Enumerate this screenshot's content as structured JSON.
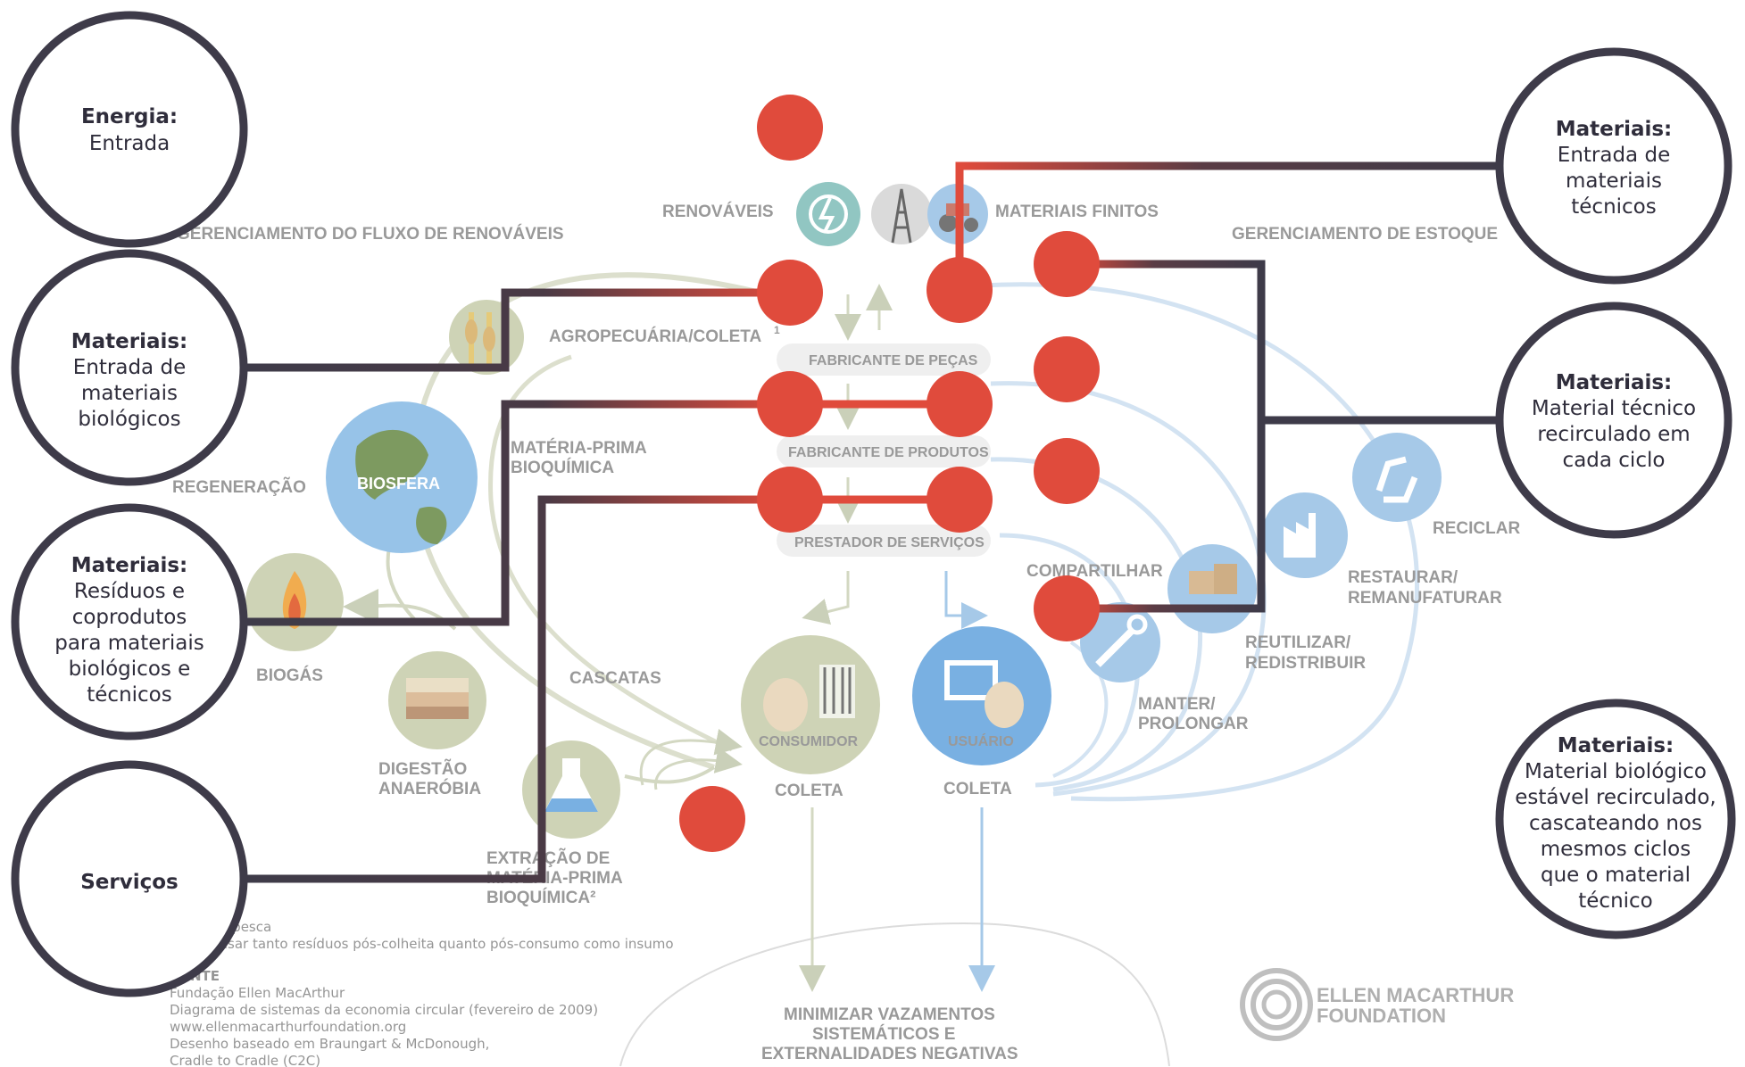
{
  "colors": {
    "accent_red": "#e04b3c",
    "connector_dark": "#3e3b49",
    "bio_green": "#b9c2a0",
    "tech_blue": "#7fb2de",
    "label_gray": "#8e8e8e"
  },
  "bubbles": {
    "energia": {
      "title": "Energia:",
      "lines": [
        "Entrada"
      ]
    },
    "mat_bio_in": {
      "title": "Materiais:",
      "lines": [
        "Entrada de",
        "materiais",
        "biológicos"
      ]
    },
    "residuos": {
      "title": "Materiais:",
      "lines": [
        "Resíduos e",
        "coprodutos",
        "para materiais",
        "biológicos e",
        "técnicos"
      ]
    },
    "servicos": {
      "title": "Serviços",
      "lines": []
    },
    "mat_tec_in": {
      "title": "Materiais:",
      "lines": [
        "Entrada de",
        "materiais",
        "técnicos"
      ]
    },
    "mat_tec_rec": {
      "title": "Materiais:",
      "lines": [
        "Material técnico",
        "recirculado em",
        "cada ciclo"
      ]
    },
    "mat_bio_rec": {
      "title": "Materiais:",
      "lines": [
        "Material biológico",
        "estável recirculado,",
        "cascateando nos",
        "mesmos ciclos",
        "que o material",
        "técnico"
      ]
    }
  },
  "diagram_labels": {
    "renovaveis": "RENOVÁVEIS",
    "materiais_finitos": "MATERIAIS FINITOS",
    "ger_renovaveis": "GERENCIAMENTO DO FLUXO DE RENOVÁVEIS",
    "ger_estoque": "GERENCIAMENTO DE ESTOQUE",
    "agropecuaria": "AGROPECUÁRIA/COLETA",
    "agropecuaria_sup": "1",
    "fabricante_pecas": "FABRICANTE DE PEÇAS",
    "fabricante_produtos": "FABRICANTE DE PRODUTOS",
    "prestador": "PRESTADOR DE SERVIÇOS",
    "materia_prima_1": "MATÉRIA-PRIMA",
    "materia_prima_2": "BIOQUÍMICA",
    "biosfera": "BIOSFERA",
    "regeneracao": "REGENERAÇÃO",
    "biogas": "BIOGÁS",
    "cascatas": "CASCATAS",
    "digestao_1": "DIGESTÃO",
    "digestao_2": "ANAERÓBIA",
    "extracao_1": "EXTRAÇÃO DE",
    "extracao_2": "MATÉRIA-PRIMA",
    "extracao_3": "BIOQUÍMICA²",
    "consumidor": "CONSUMIDOR",
    "usuario": "USUÁRIO",
    "coleta_1": "COLETA",
    "coleta_2": "COLETA",
    "compartilhar": "COMPARTILHAR",
    "reciclar": "RECICLAR",
    "restaurar_1": "RESTAURAR/",
    "restaurar_2": "REMANUFATURAR",
    "reutilizar_1": "REUTILIZAR/",
    "reutilizar_2": "REDISTRIBUIR",
    "manter_1": "MANTER/",
    "manter_2": "PROLONGAR",
    "minimizar_1": "MINIMIZAR VAZAMENTOS",
    "minimizar_2": "SISTEMÁTICOS E",
    "minimizar_3": "EXTERNALIDADES NEGATIVAS"
  },
  "footnotes": {
    "note1": "1 Caça e pesca",
    "note2": "2 Pode usar tanto resíduos pós-colheita quanto pós-consumo como insumo",
    "fonte_title": "FONTE",
    "fonte_1": "Fundação Ellen MacArthur",
    "fonte_2": "Diagrama de sistemas da economia circular (fevereiro de 2009)",
    "fonte_3": "www.ellenmacarthurfoundation.org",
    "fonte_4": "Desenho baseado em Braungart & McDonough,",
    "fonte_5": "Cradle to Cradle (C2C)"
  },
  "logo": {
    "line1": "ELLEN MACARTHUR",
    "line2": "FOUNDATION"
  },
  "icons": [
    "energy-icon",
    "oil-derrick-icon",
    "tractor-icon",
    "fish-wheat-icon",
    "globe-icon",
    "fire-icon",
    "soil-layers-icon",
    "flask-icon",
    "consumer-icon",
    "user-computer-icon",
    "wrench-icon",
    "boxes-icon",
    "factory-icon",
    "recycle-icon",
    "logo-rings-icon"
  ]
}
